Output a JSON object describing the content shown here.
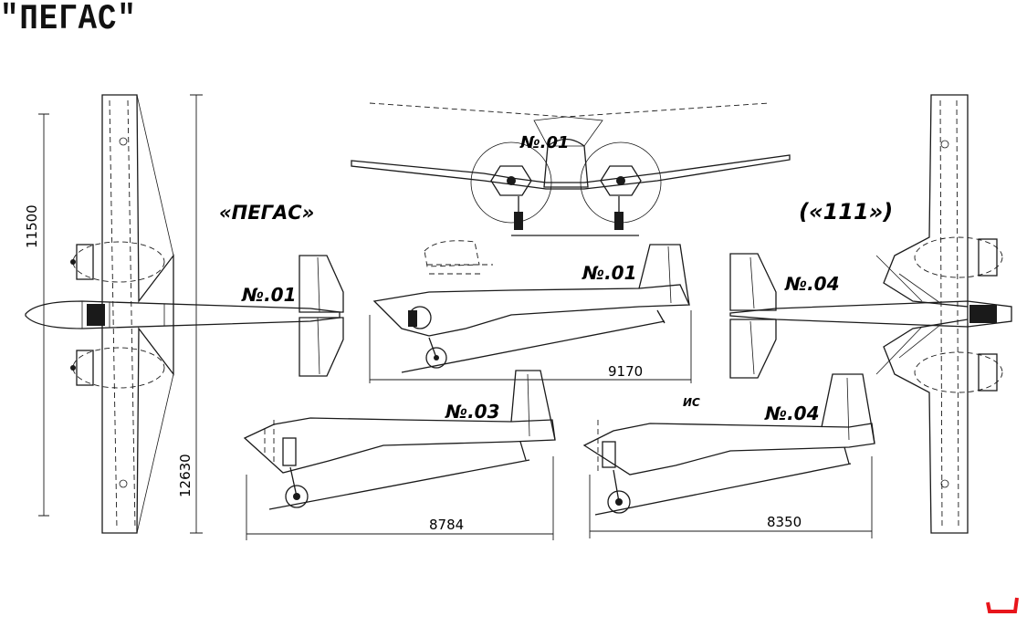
{
  "header": {
    "title": "\"ПЕГАС\""
  },
  "labels": {
    "pegas": "«ПЕГАС»",
    "v111": "(«111»)",
    "n01_top": "№.01",
    "n01_front": "№.01",
    "n01_side": "№.01",
    "n04_top": "№.04",
    "n03_side": "№.03",
    "n04_side": "№.04",
    "signature": "ИС"
  },
  "dimensions": {
    "span_inner": "11500",
    "span_outer": "12630",
    "length_n01": "9170",
    "length_n03": "8784",
    "length_n04": "8350"
  },
  "colors": {
    "ink": "#1a1a1a",
    "mark": "#e8151b"
  }
}
